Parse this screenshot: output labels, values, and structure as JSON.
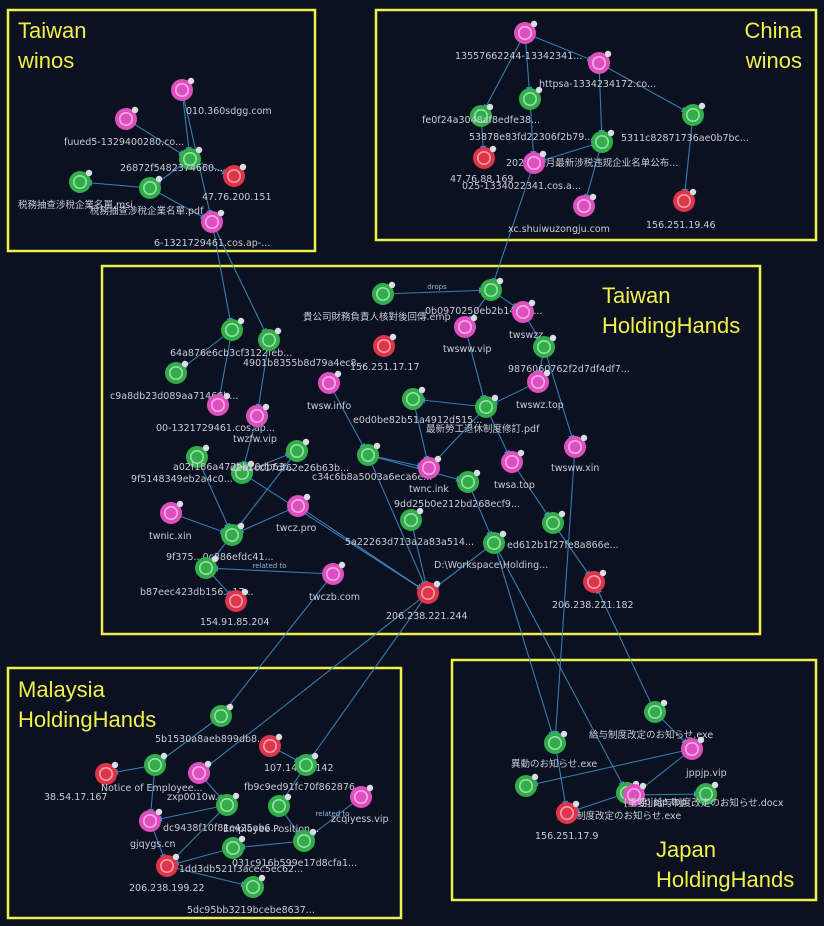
{
  "colors": {
    "background": "#0b1120",
    "group_border": "#f2ee4a",
    "edge": "#3f8fc9",
    "domain": "#e04fc0",
    "file": "#2fae4a",
    "ip": "#e0344a",
    "label": "#c8ccd4"
  },
  "groups": [
    {
      "id": "tw-winos",
      "lines": [
        "Taiwan",
        "winos"
      ]
    },
    {
      "id": "cn-winos",
      "lines": [
        "China",
        "winos"
      ]
    },
    {
      "id": "tw-hh",
      "lines": [
        "Taiwan",
        "HoldingHands"
      ]
    },
    {
      "id": "my-hh",
      "lines": [
        "Malaysia",
        "HoldingHands"
      ]
    },
    {
      "id": "jp-hh",
      "lines": [
        "Japan",
        "HoldingHands"
      ]
    }
  ],
  "nodes": [
    {
      "id": "n1",
      "type": "domain",
      "label": "010.360sdgg.com"
    },
    {
      "id": "n2",
      "type": "domain",
      "label": "fuued5-1329400280.co..."
    },
    {
      "id": "n3",
      "type": "file",
      "label": "26872f5482374660..."
    },
    {
      "id": "n4",
      "type": "ip",
      "label": "47.76.200.151"
    },
    {
      "id": "n5",
      "type": "file",
      "label": "税務抽查涉稅企業名單.msi"
    },
    {
      "id": "n6",
      "type": "file",
      "label": "稅務抽查涉稅企業名單.pdf"
    },
    {
      "id": "n7",
      "type": "domain",
      "label": "6-1321729461.cos.ap-..."
    },
    {
      "id": "c1",
      "type": "domain",
      "label": "13557662244-13342341..."
    },
    {
      "id": "c2",
      "type": "domain",
      "label": "httpsa-1334234172.co..."
    },
    {
      "id": "c3",
      "type": "file",
      "label": "53878e83fd22306f2b79..."
    },
    {
      "id": "c4",
      "type": "file",
      "label": "fe0f24a3048af8edfe38..."
    },
    {
      "id": "c5",
      "type": "file",
      "label": "5311c82871736ae0b7bc..."
    },
    {
      "id": "c6",
      "type": "file",
      "label": "2025年1月最新涉税违规企业名单公布..."
    },
    {
      "id": "c7",
      "type": "ip",
      "label": "47.76.88.169"
    },
    {
      "id": "c8",
      "type": "domain",
      "label": "025-1334022341.cos.a..."
    },
    {
      "id": "c9",
      "type": "domain",
      "label": "xc.shuiwuzongju.com"
    },
    {
      "id": "c10",
      "type": "ip",
      "label": "156.251.19.46"
    },
    {
      "id": "t1",
      "type": "file",
      "label": "貴公司財務負責人核對後回傳.emp"
    },
    {
      "id": "t2",
      "type": "file",
      "label": "0b0970250eb2b146e4..."
    },
    {
      "id": "t3",
      "type": "domain",
      "label": "twswzz..."
    },
    {
      "id": "t4",
      "type": "file",
      "label": "64a876e6cb3cf3122feb..."
    },
    {
      "id": "t5",
      "type": "file",
      "label": "4901b8355b8d79a4ec8..."
    },
    {
      "id": "t6",
      "type": "domain",
      "label": "twsww.vip"
    },
    {
      "id": "t7",
      "type": "file",
      "label": "9876060762f2d7df4df7..."
    },
    {
      "id": "t8",
      "type": "file",
      "label": "c9a8db23d089aa71466b..."
    },
    {
      "id": "t9",
      "type": "ip",
      "label": "156.251.17.17"
    },
    {
      "id": "t10",
      "type": "domain",
      "label": "twswz.top"
    },
    {
      "id": "t11",
      "type": "domain",
      "label": "00-1321729461.cos.ap..."
    },
    {
      "id": "t12",
      "type": "domain",
      "label": "twsw.info"
    },
    {
      "id": "t13",
      "type": "file",
      "label": "e0d0be82b51a4912d515..."
    },
    {
      "id": "t14",
      "type": "domain",
      "label": "twzfw.vip"
    },
    {
      "id": "t15",
      "type": "file",
      "label": "最新勞工退休制度修訂.pdf"
    },
    {
      "id": "t16",
      "type": "domain",
      "label": "twsww.xin"
    },
    {
      "id": "t17",
      "type": "file",
      "label": "9f5148349eb2a4c0..."
    },
    {
      "id": "t18",
      "type": "file",
      "label": "d2a1cc17df62e26b63b..."
    },
    {
      "id": "t19",
      "type": "file",
      "label": "c34c6b8a5003a6eca6e..."
    },
    {
      "id": "t20",
      "type": "domain",
      "label": "twnc.ink"
    },
    {
      "id": "t21",
      "type": "domain",
      "label": "twsa.top"
    },
    {
      "id": "t22",
      "type": "file",
      "label": "a02f186a472bb20db63..."
    },
    {
      "id": "t23",
      "type": "file",
      "label": "9dd25b0e212bd268ecf9..."
    },
    {
      "id": "t24",
      "type": "domain",
      "label": "twnic.xin"
    },
    {
      "id": "t25",
      "type": "domain",
      "label": "twcz.pro"
    },
    {
      "id": "t26",
      "type": "file",
      "label": "5a22263d713a2a83a514..."
    },
    {
      "id": "t27",
      "type": "file",
      "label": "ed612b1f27fe8a866e..."
    },
    {
      "id": "t28",
      "type": "file",
      "label": "9f375...0c886efdc41..."
    },
    {
      "id": "t29",
      "type": "file",
      "label": "D:\\Workspace\\Holding..."
    },
    {
      "id": "t30",
      "type": "file",
      "label": "b87eec423db156...17..."
    },
    {
      "id": "t31",
      "type": "domain",
      "label": "twczb.com"
    },
    {
      "id": "t32",
      "type": "ip",
      "label": "206.238.221.182"
    },
    {
      "id": "t33",
      "type": "ip",
      "label": "154.91.85.204"
    },
    {
      "id": "t34",
      "type": "ip",
      "label": "206.238.221.244"
    },
    {
      "id": "m1",
      "type": "file",
      "label": "5b1530a8aeb899db8..."
    },
    {
      "id": "m2",
      "type": "ip",
      "label": "107.148.0.142"
    },
    {
      "id": "m3",
      "type": "ip",
      "label": "38.54.17.167"
    },
    {
      "id": "m4",
      "type": "file",
      "label": "Notice of Employee..."
    },
    {
      "id": "m5",
      "type": "domain",
      "label": "zxp0010w..."
    },
    {
      "id": "m6",
      "type": "file",
      "label": "fb9c9ed91fc70f862876..."
    },
    {
      "id": "m7",
      "type": "file",
      "label": "dc9438f10f81c425ab6..."
    },
    {
      "id": "m8",
      "type": "file",
      "label": "Employee Position..."
    },
    {
      "id": "m9",
      "type": "domain",
      "label": "zcqiyess.vip"
    },
    {
      "id": "m10",
      "type": "domain",
      "label": "gjqygs.cn"
    },
    {
      "id": "m11",
      "type": "file",
      "label": "031c916b599e17d8cfa1..."
    },
    {
      "id": "m12",
      "type": "ip",
      "label": "206.238.199.22"
    },
    {
      "id": "m13",
      "type": "file",
      "label": "1dd3db521f3acec5ec62..."
    },
    {
      "id": "m14",
      "type": "file",
      "label": "5dc95bb3219bcebe8637..."
    },
    {
      "id": "j1",
      "type": "file",
      "label": "給与制度改定のお知らせ.exe"
    },
    {
      "id": "j2",
      "type": "file",
      "label": "異動のお知らせ.exe"
    },
    {
      "id": "j3",
      "type": "domain",
      "label": "jppjp.vip"
    },
    {
      "id": "j4",
      "type": "file",
      "label": ""
    },
    {
      "id": "j5",
      "type": "file",
      "label": "給与制度改定のお知らせ.exe"
    },
    {
      "id": "j6",
      "type": "ip",
      "label": "156.251.17.9"
    },
    {
      "id": "j7",
      "type": "domain",
      "label": "jpjpjp.top"
    },
    {
      "id": "j8",
      "type": "file",
      "label": "[重要] 給与制度改定のお知らせ.docx"
    }
  ],
  "edges": [
    {
      "from": "n1",
      "to": "n3"
    },
    {
      "from": "n2",
      "to": "n3"
    },
    {
      "from": "n3",
      "to": "n4"
    },
    {
      "from": "n3",
      "to": "n6"
    },
    {
      "from": "n6",
      "to": "n5"
    },
    {
      "from": "n6",
      "to": "n7"
    },
    {
      "from": "n1",
      "to": "n7"
    },
    {
      "from": "n7",
      "to": "t4"
    },
    {
      "from": "n7",
      "to": "t5"
    },
    {
      "from": "c1",
      "to": "c2"
    },
    {
      "from": "c1",
      "to": "c3"
    },
    {
      "from": "c1",
      "to": "c4"
    },
    {
      "from": "c2",
      "to": "c5"
    },
    {
      "from": "c2",
      "to": "c6"
    },
    {
      "from": "c3",
      "to": "c7"
    },
    {
      "from": "c4",
      "to": "c8"
    },
    {
      "from": "c6",
      "to": "c8"
    },
    {
      "from": "c6",
      "to": "c9"
    },
    {
      "from": "c5",
      "to": "c10"
    },
    {
      "from": "c8",
      "to": "t2"
    },
    {
      "from": "t1",
      "to": "t2",
      "label": "drops"
    },
    {
      "from": "t2",
      "to": "t3"
    },
    {
      "from": "t2",
      "to": "t6"
    },
    {
      "from": "t3",
      "to": "t7"
    },
    {
      "from": "t7",
      "to": "t10"
    },
    {
      "from": "t7",
      "to": "t16"
    },
    {
      "from": "t6",
      "to": "t15"
    },
    {
      "from": "t10",
      "to": "t15"
    },
    {
      "from": "t15",
      "to": "t13"
    },
    {
      "from": "t15",
      "to": "t21"
    },
    {
      "from": "t15",
      "to": "t20"
    },
    {
      "from": "t4",
      "to": "t11"
    },
    {
      "from": "t5",
      "to": "t14"
    },
    {
      "from": "t4",
      "to": "t8"
    },
    {
      "from": "t12",
      "to": "t19"
    },
    {
      "from": "t13",
      "to": "t20"
    },
    {
      "from": "t19",
      "to": "t20"
    },
    {
      "from": "t19",
      "to": "t23"
    },
    {
      "from": "t19",
      "to": "t34"
    },
    {
      "from": "t18",
      "to": "t22"
    },
    {
      "from": "t14",
      "to": "t18"
    },
    {
      "from": "t17",
      "to": "t28"
    },
    {
      "from": "t24",
      "to": "t28"
    },
    {
      "from": "t22",
      "to": "t28"
    },
    {
      "from": "t25",
      "to": "t28"
    },
    {
      "from": "t28",
      "to": "t30"
    },
    {
      "from": "t31",
      "to": "t30",
      "label": "related to"
    },
    {
      "from": "t30",
      "to": "t33"
    },
    {
      "from": "t25",
      "to": "t34"
    },
    {
      "from": "t26",
      "to": "t34"
    },
    {
      "from": "t29",
      "to": "t34"
    },
    {
      "from": "t21",
      "to": "t27"
    },
    {
      "from": "t27",
      "to": "t32"
    },
    {
      "from": "t23",
      "to": "t29"
    },
    {
      "from": "t31",
      "to": "m1"
    },
    {
      "from": "t34",
      "to": "m6"
    },
    {
      "from": "t34",
      "to": "m5"
    },
    {
      "from": "t18",
      "to": "t34"
    },
    {
      "from": "t16",
      "to": "j2"
    },
    {
      "from": "t29",
      "to": "j2"
    },
    {
      "from": "t29",
      "to": "j5"
    },
    {
      "from": "j1",
      "to": "t32"
    },
    {
      "from": "m1",
      "to": "m4"
    },
    {
      "from": "m2",
      "to": "m6"
    },
    {
      "from": "m4",
      "to": "m3"
    },
    {
      "from": "m4",
      "to": "m10"
    },
    {
      "from": "m5",
      "to": "m7"
    },
    {
      "from": "m7",
      "to": "m10"
    },
    {
      "from": "m6",
      "to": "m8"
    },
    {
      "from": "m8",
      "to": "m11"
    },
    {
      "from": "m9",
      "to": "m11",
      "label": "related to"
    },
    {
      "from": "m10",
      "to": "m12"
    },
    {
      "from": "m11",
      "to": "m13"
    },
    {
      "from": "m13",
      "to": "m12"
    },
    {
      "from": "m12",
      "to": "m14"
    },
    {
      "from": "m7",
      "to": "m12"
    },
    {
      "from": "j1",
      "to": "j3"
    },
    {
      "from": "j3",
      "to": "j4"
    },
    {
      "from": "j3",
      "to": "j7"
    },
    {
      "from": "j2",
      "to": "j6"
    },
    {
      "from": "j5",
      "to": "j6"
    },
    {
      "from": "j7",
      "to": "j8"
    }
  ]
}
